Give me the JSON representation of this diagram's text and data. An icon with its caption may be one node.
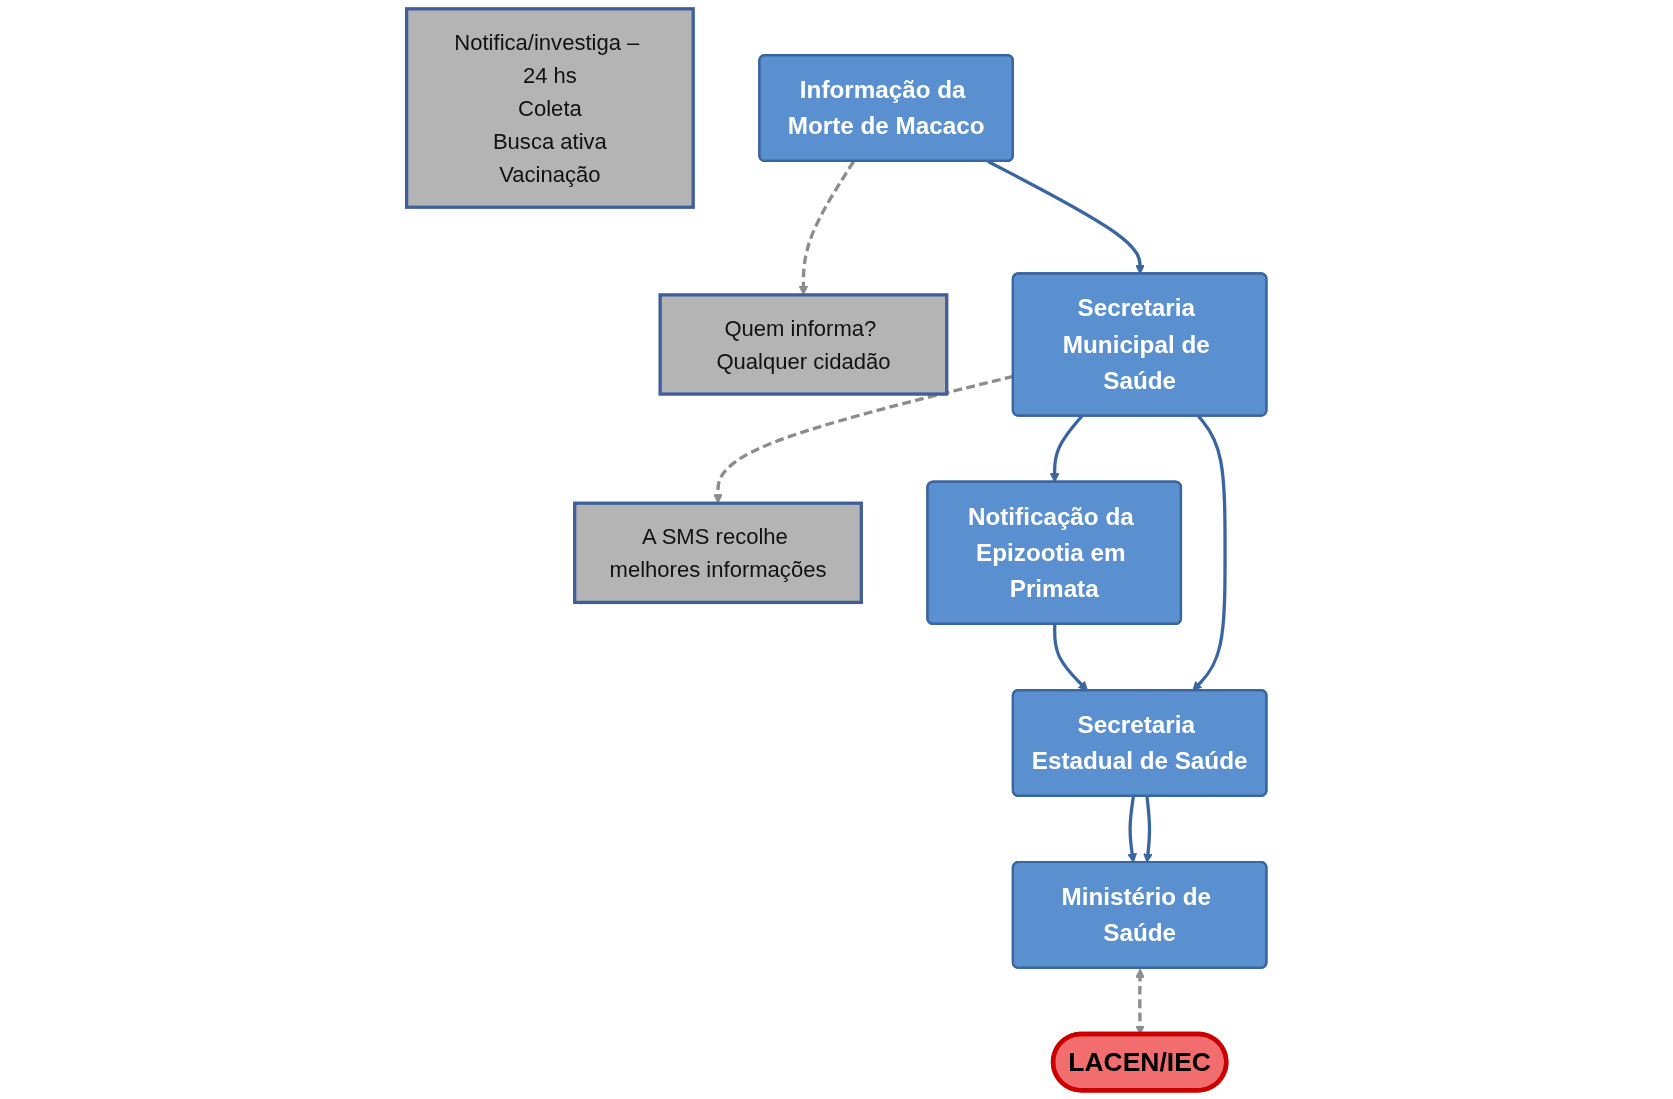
{
  "diagram": {
    "nodes": [
      {
        "text": [
          "Informação da Morte de Macaco"
        ]
      },
      {
        "text": [
          "Secretaria Municipal de Saúde"
        ]
      },
      {
        "text": [
          "Notificação da Epizootia em Primata"
        ]
      },
      {
        "text": [
          "Secretaria Estadual de Saúde"
        ]
      },
      {
        "text": [
          "Ministério de Saúde"
        ]
      },
      {
        "text": [
          "Quem informa? Qualquer cidadão"
        ]
      },
      {
        "text": [
          "A SMS recolhe melhores informações"
        ]
      },
      {
        "text": [
          "Notifica/investiga – 24 hs",
          "Coleta",
          "Busca ativa",
          "Vacinação"
        ]
      },
      {
        "text": [
          "LACEN/IEC"
        ]
      }
    ],
    "edges": [
      {
        "from": 0,
        "to": 1,
        "arrow": "to"
      },
      {
        "from": 1,
        "to": 2,
        "arrow": "to"
      },
      {
        "from": 2,
        "to": 3,
        "arrow": "to"
      },
      {
        "from": 3,
        "to": 4,
        "arrow": "to"
      },
      {
        "from": 1,
        "to": 3,
        "arrow": "to"
      },
      {
        "from": 3,
        "to": 4,
        "arrow": "to"
      },
      {
        "from": 0,
        "to": 5,
        "arrow": "to",
        "style": "dashed",
        "color": "#8c8c8c"
      },
      {
        "from": 1,
        "to": 6,
        "arrow": "to",
        "style": "dashed",
        "color": "#8c8c8c"
      },
      {
        "from": 4,
        "to": 8,
        "arrow": "both",
        "style": "dashed",
        "color": "#8c8c8c"
      }
    ]
  }
}
